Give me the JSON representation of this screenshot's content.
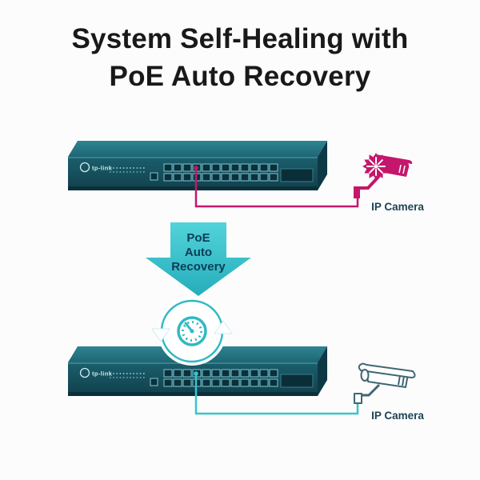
{
  "title": {
    "line1": "System Self-Healing with",
    "line2": "PoE Auto Recovery"
  },
  "arrow_label": {
    "line1": "PoE",
    "line2": "Auto",
    "line3": "Recovery"
  },
  "top_camera": {
    "label": "IP Camera"
  },
  "bottom_camera": {
    "label": "IP Camera"
  },
  "switch": {
    "brand": "tp-link"
  },
  "icons": {
    "fault_burst": "burst-icon",
    "recovery_dial": "timer-dial-icon",
    "rotation_arrows": "refresh-arrows-icon",
    "down_arrow": "block-down-arrow"
  },
  "colors": {
    "fault_pink": "#c4176b",
    "recovery_teal": "#38c4cd",
    "arrow_teal": "#35c5cf",
    "switch_teal": "#1b5f6d",
    "label_navy": "#1d4354",
    "title_black": "#191919"
  }
}
